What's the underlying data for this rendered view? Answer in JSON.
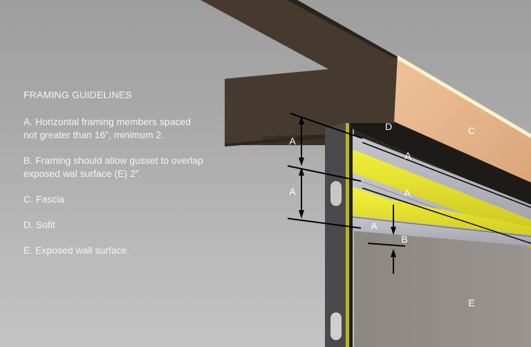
{
  "guidelines": {
    "title": "FRAMING GUIDELINES",
    "items": [
      "A.  Horizontal framing members spaced\nnot greater than 16”, minimum 2.",
      "B.  Framing should allow gusset to overlap\nexposed wal surface (E) 2”.",
      "C.  Fascia",
      "D.  Sofit",
      "E.  Exposed wall surface."
    ]
  },
  "labels": {
    "a_left_top": "A",
    "a_left_bottom": "A",
    "a_rail_1": "A",
    "a_rail_2": "A",
    "a_rail_3": "A",
    "b": "B",
    "c": "C",
    "d": "D",
    "e": "E"
  },
  "colors": {
    "background": "#a8a8a8",
    "rafter": "#463a2e",
    "fascia": "#e4b48a",
    "rail": "#b8b8c0",
    "gusset_yellow": "#e2e030",
    "wall": "#8f8a86",
    "post": "#4a4a4c"
  }
}
